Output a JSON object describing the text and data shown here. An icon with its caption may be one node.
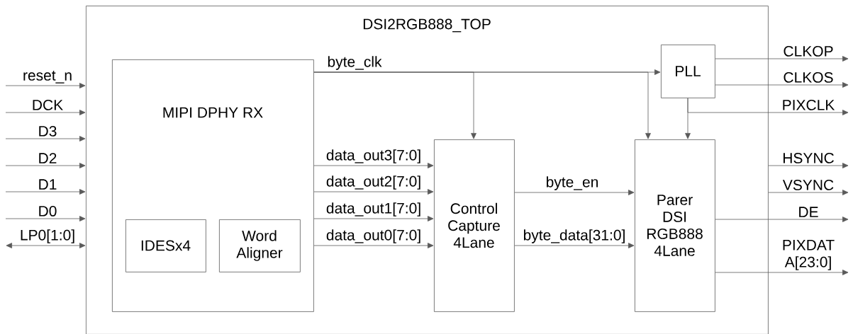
{
  "diagram": {
    "nodes": [
      {
        "text": [
          "DSI2RGB888_TOP"
        ]
      },
      {
        "text": [
          "MIPI DPHY RX"
        ],
        "in": 0
      },
      {
        "text": [
          "IDESx4"
        ],
        "in": 1
      },
      {
        "text": [
          "Word Aligner"
        ],
        "in": 1
      },
      {
        "text": [
          "Control Capture 4Lane"
        ],
        "in": 0
      },
      {
        "text": [
          "Parer DSI RGB888 4Lane"
        ],
        "in": 0
      },
      {
        "text": [
          "PLL"
        ],
        "in": 0
      }
    ],
    "edges": [
      {
        "from": null,
        "to": 0,
        "arrow": "to",
        "label": "reset_n"
      },
      {
        "from": null,
        "to": 0,
        "arrow": "to",
        "label": "DCK"
      },
      {
        "from": null,
        "to": 0,
        "arrow": "to",
        "label": "D3"
      },
      {
        "from": null,
        "to": 0,
        "arrow": "to",
        "label": "D2"
      },
      {
        "from": null,
        "to": 0,
        "arrow": "to",
        "label": "D1"
      },
      {
        "from": null,
        "to": 0,
        "arrow": "to",
        "label": "D0"
      },
      {
        "from": null,
        "to": 0,
        "arrow": "both",
        "label": "LP0[1:0]"
      },
      {
        "from": 1,
        "to": 6,
        "arrow": "to",
        "label": "byte_clk"
      },
      {
        "from": 1,
        "to": 4,
        "arrow": "to"
      },
      {
        "from": 1,
        "to": 5,
        "arrow": "to"
      },
      {
        "from": 1,
        "to": 4,
        "arrow": "to",
        "label": "data_out3[7:0]"
      },
      {
        "from": 1,
        "to": 4,
        "arrow": "to",
        "label": "data_out2[7:0]"
      },
      {
        "from": 1,
        "to": 4,
        "arrow": "to",
        "label": "data_out1[7:0]"
      },
      {
        "from": 1,
        "to": 4,
        "arrow": "to",
        "label": "data_out0[7:0]"
      },
      {
        "from": 4,
        "to": 5,
        "arrow": "to",
        "label": "byte_en"
      },
      {
        "from": 4,
        "to": 5,
        "arrow": "to",
        "label": "byte_data[31:0]"
      },
      {
        "from": 6,
        "to": 5,
        "arrow": "to"
      },
      {
        "from": 6,
        "to": null,
        "arrow": "to",
        "label": "CLKOP"
      },
      {
        "from": 6,
        "to": null,
        "arrow": "to",
        "label": "CLKOS"
      },
      {
        "from": 6,
        "to": null,
        "arrow": "to",
        "label": "PIXCLK"
      },
      {
        "from": 0,
        "to": null,
        "arrow": "to",
        "label": "HSYNC"
      },
      {
        "from": 0,
        "to": null,
        "arrow": "to",
        "label": "VSYNC"
      },
      {
        "from": 5,
        "to": null,
        "arrow": "to",
        "label": "DE"
      },
      {
        "from": 5,
        "to": null,
        "arrow": "to",
        "label": "PIXDAT A[23:0]"
      }
    ]
  }
}
